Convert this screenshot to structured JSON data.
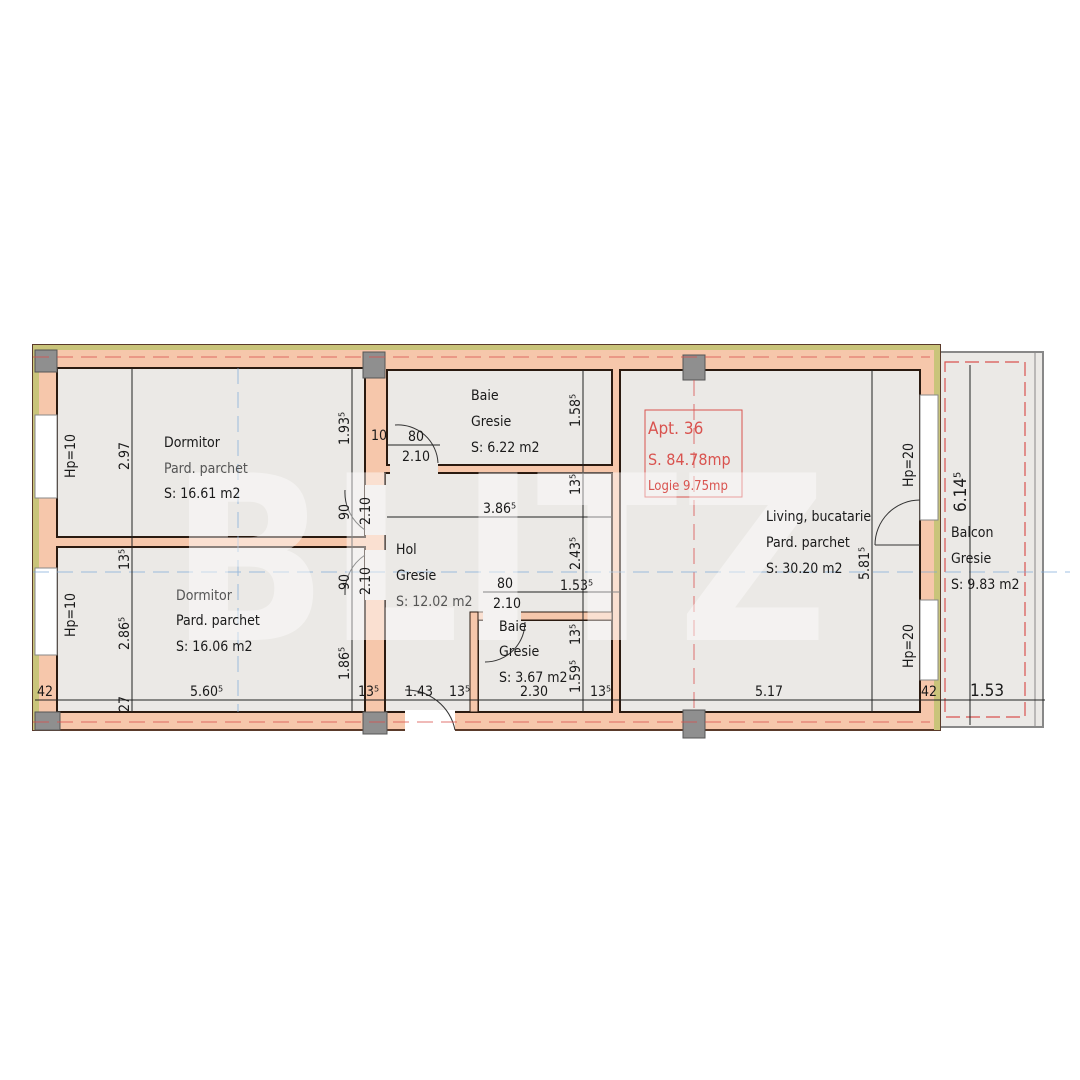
{
  "plan": {
    "watermark": "BLITZ",
    "colors": {
      "wall": "#f6c7ab",
      "floor": "#ebe9e6",
      "column": "#8f8f8f",
      "accent": "#d9534f",
      "outline": "#5a3a2a"
    },
    "apartment": {
      "name": "Apt. 36",
      "area": "S. 84.78mp",
      "loggia": "Logie 9.75mp"
    },
    "rooms": [
      {
        "name": "Dormitor",
        "floor": "Pard. parchet",
        "area": "S: 16.61 m2"
      },
      {
        "name": "Dormitor",
        "floor": "Pard. parchet",
        "area": "S: 16.06 m2"
      },
      {
        "name": "Baie",
        "floor": "Gresie",
        "area": "S: 6.22 m2"
      },
      {
        "name": "Hol",
        "floor": "Gresie",
        "area": "S: 12.02 m2"
      },
      {
        "name": "Baie",
        "floor": "Gresie",
        "area": "S: 3.67 m2"
      },
      {
        "name": "Living, bucatarie",
        "floor": "Pard. parchet",
        "area": "S: 30.20 m2"
      },
      {
        "name": "Balcon",
        "floor": "Gresie",
        "area": "S: 9.83 m2"
      }
    ],
    "dims": {
      "hp_left_top": "Hp=10",
      "hp_left_bottom": "Hp=10",
      "hp_right_top": "Hp=20",
      "hp_right_bottom": "Hp=20",
      "d297": "2.97",
      "d1935": "1.93⁵",
      "d10": "10",
      "d80a": "80",
      "d210a": "2.10",
      "d1585": "1.58⁵",
      "d90a": "90",
      "d210b": "2.10",
      "d90b": "90",
      "d210c": "2.10",
      "d135a": "13⁵",
      "d3865": "3.86⁵",
      "d135b": "13⁵",
      "d2435": "2.43⁵",
      "d80b": "80",
      "d1535": "1.53⁵",
      "d210d": "2.10",
      "d135c": "13⁵",
      "d2865": "2.86⁵",
      "d1865": "1.86⁵",
      "d1595": "1.59⁵",
      "d5815": "5.81⁵",
      "d6145": "6.14⁵",
      "d42a": "42",
      "d27": "27",
      "d5605": "5.60⁵",
      "d135d": "13⁵",
      "d143": "1.43",
      "d135e": "13⁵",
      "d230": "2.30",
      "d135f": "13⁵",
      "d517": "5.17",
      "d42b": "42",
      "d153": "1.53"
    }
  }
}
